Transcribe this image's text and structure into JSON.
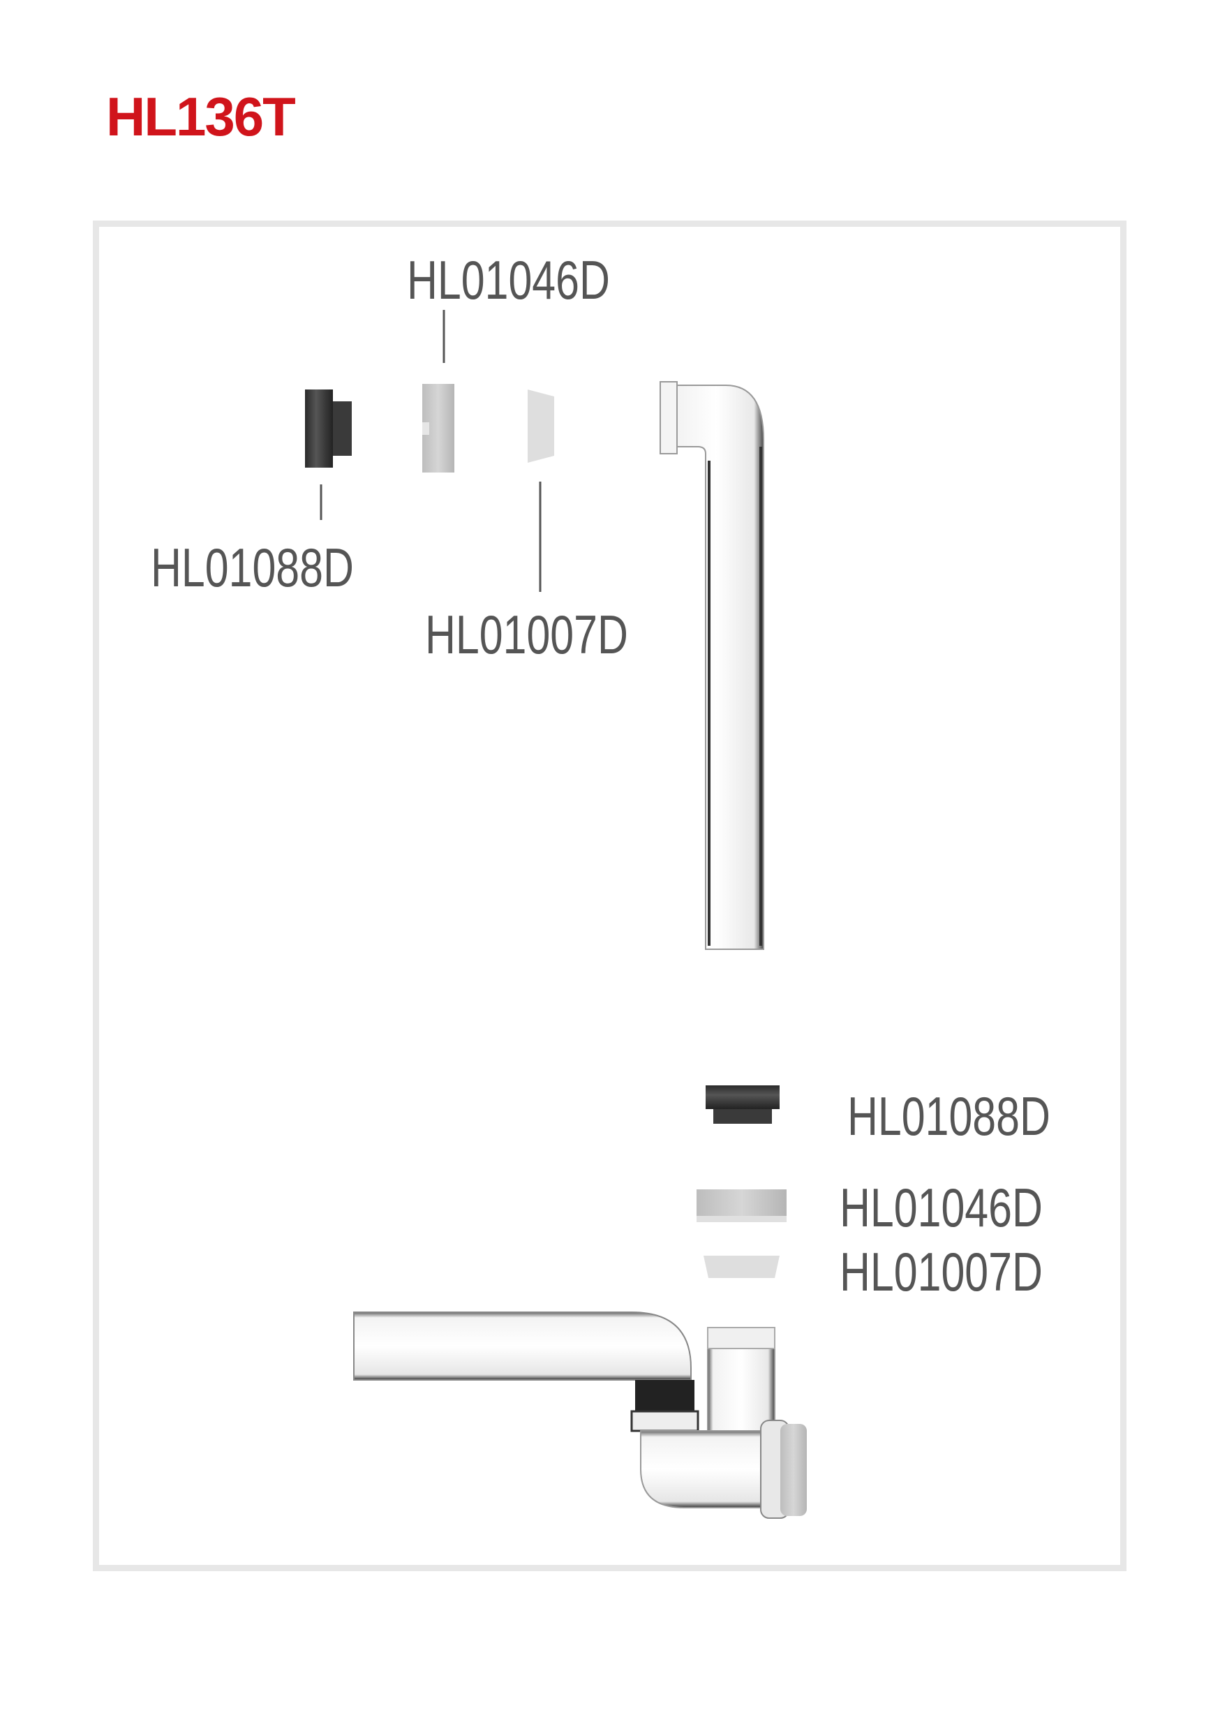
{
  "title": "HL136T",
  "colors": {
    "title": "#d0141b",
    "label": "#555555",
    "frame": "#e7e7e7"
  },
  "labels": {
    "top_nut": "HL01046D",
    "top_adapter": "HL01088D",
    "top_washer": "HL01007D",
    "bottom_adapter": "HL01088D",
    "bottom_nut": "HL01046D",
    "bottom_washer": "HL01007D"
  }
}
